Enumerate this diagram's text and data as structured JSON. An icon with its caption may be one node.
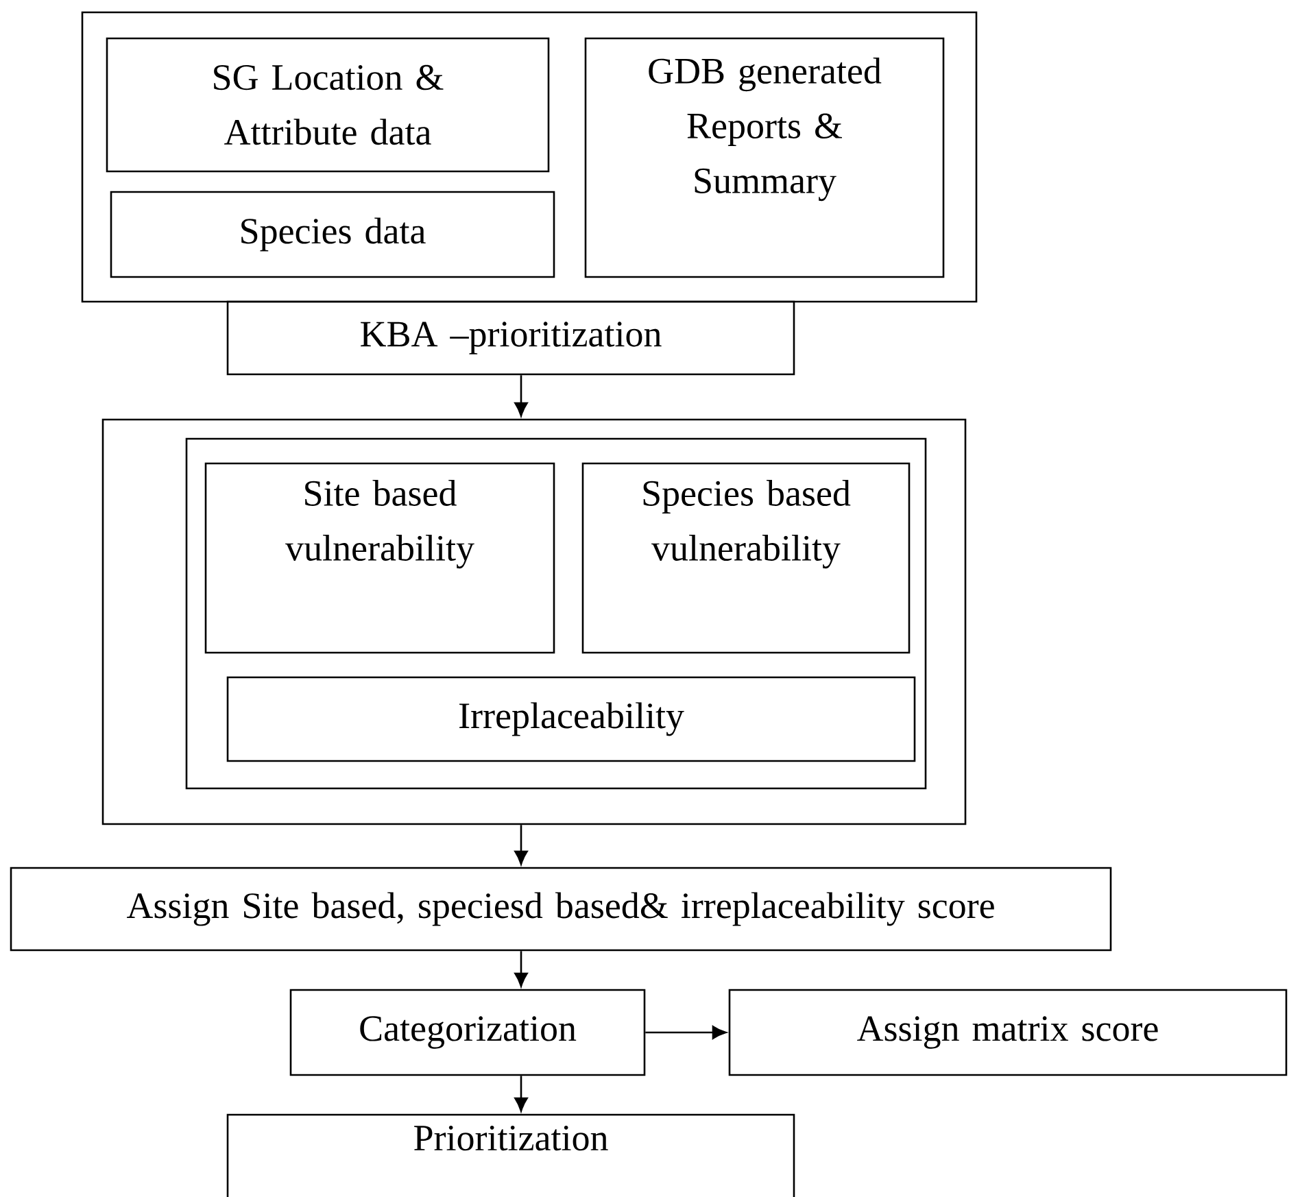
{
  "diagram": {
    "nodes": [
      {
        "text": [],
        "shape": "box"
      },
      {
        "text": [
          "SG Location & Attribute data"
        ],
        "in": 0
      },
      {
        "text": [
          "Species data"
        ],
        "in": 0
      },
      {
        "text": [
          "GDB generated Reports & Summary"
        ],
        "in": 0
      },
      {
        "text": [
          "KBA –prioritization"
        ]
      },
      {
        "text": [],
        "shape": "box"
      },
      {
        "text": [],
        "shape": "box",
        "in": 5
      },
      {
        "text": [
          "Site based vulnerability"
        ],
        "in": 6
      },
      {
        "text": [
          "Species based vulnerability"
        ],
        "in": 6
      },
      {
        "text": [
          "Irreplaceability"
        ],
        "in": 6
      },
      {
        "text": [
          "Assign Site based, speciesd based& irreplaceability score"
        ]
      },
      {
        "text": [
          "Categorization"
        ]
      },
      {
        "text": [
          "Assign matrix score"
        ]
      },
      {
        "text": [
          "Prioritization"
        ]
      }
    ],
    "edges": [
      {
        "from": 4,
        "to": 5,
        "arrow": "to"
      },
      {
        "from": 5,
        "to": 10,
        "arrow": "to"
      },
      {
        "from": 10,
        "to": 11,
        "arrow": "to"
      },
      {
        "from": 11,
        "to": 12,
        "arrow": "to"
      },
      {
        "from": 11,
        "to": 13,
        "arrow": "to"
      }
    ]
  }
}
